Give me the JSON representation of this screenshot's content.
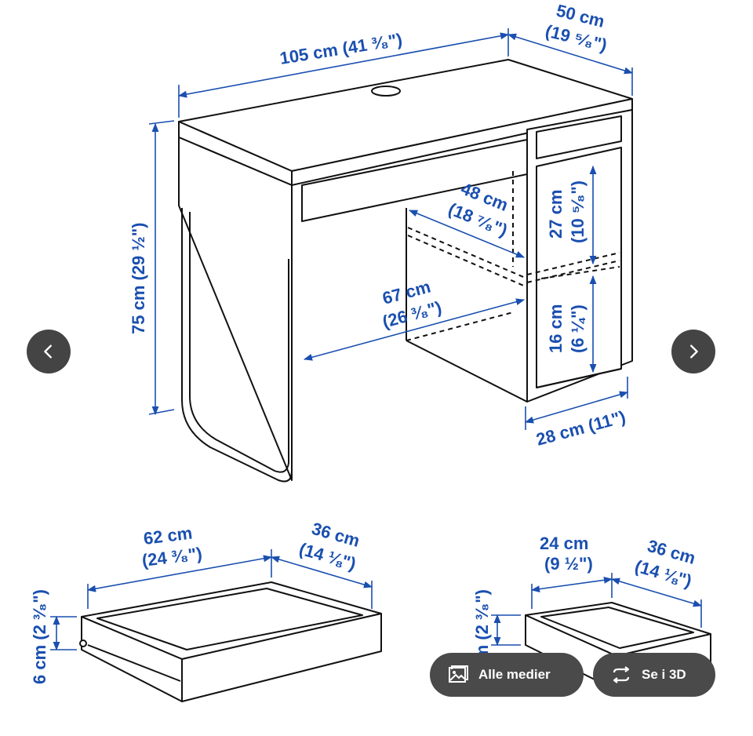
{
  "colors": {
    "dimension": "#1a4fb0",
    "line": "#111111",
    "button_bg": "#4a4a4a",
    "button_icon": "#ffffff"
  },
  "desk": {
    "width": "105 cm (41 ³⁄₈\")",
    "depth_cm": "50 cm",
    "depth_in": "(19 ⁵⁄₈\")",
    "height": "75 cm (29 ½\")",
    "inner_depth_cm": "48 cm",
    "inner_depth_in": "(18 ⁷⁄₈\")",
    "legroom_cm": "67 cm",
    "legroom_in": "(26 ³⁄₈\")",
    "upper_space_cm": "27 cm",
    "upper_space_in": "(10 ⁵⁄₈\")",
    "lower_space_cm": "16 cm",
    "lower_space_in": "(6 ¼\")",
    "cabinet_width": "28 cm (11\")"
  },
  "large_drawer": {
    "width_cm": "62 cm",
    "width_in": "(24 ³⁄₈\")",
    "depth_cm": "36 cm",
    "depth_in": "(14 ⅛\")",
    "height": "6 cm (2 ³⁄₈\")"
  },
  "small_drawer": {
    "width_cm": "24 cm",
    "width_in": "(9 ½\")",
    "depth_cm": "36 cm",
    "depth_in": "(14 ⅛\")",
    "height": "6 cm (2 ³⁄₈\")"
  },
  "buttons": {
    "all_media": "Alle medier",
    "view_3d": "Se i 3D"
  },
  "icons": {
    "prev": "chevron-left-icon",
    "next": "chevron-right-icon",
    "all_media": "image-gallery-icon",
    "view_3d": "rotate-3d-icon"
  }
}
